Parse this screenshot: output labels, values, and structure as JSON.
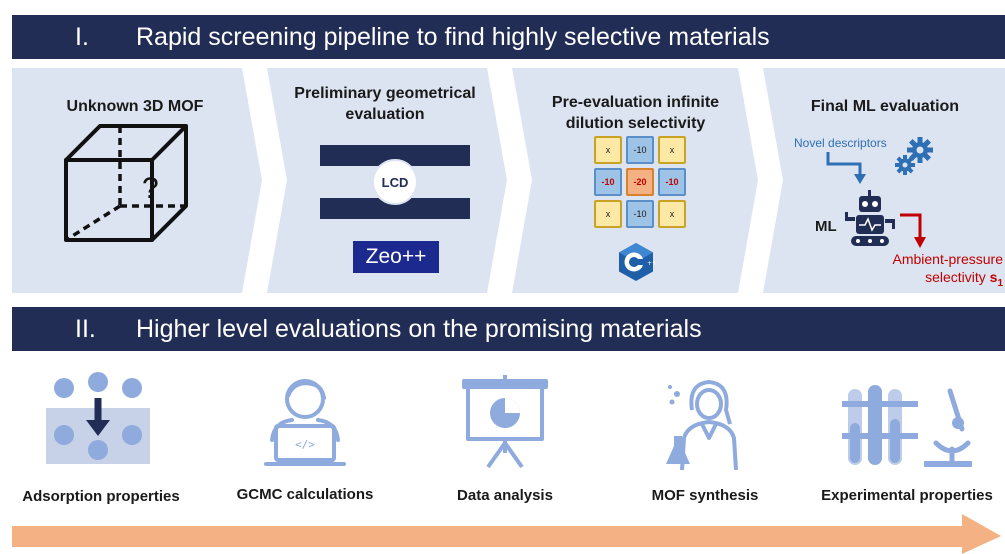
{
  "section1": {
    "number": "I.",
    "title": "Rapid screening pipeline to find highly selective materials"
  },
  "section2": {
    "number": "II.",
    "title": "Higher level evaluations on the promising materials"
  },
  "stages": [
    {
      "title": "Unknown 3D MOF",
      "symbol": "?"
    },
    {
      "title": "Preliminary geometrical evaluation",
      "center_label": "LCD",
      "tool": "Zeo++"
    },
    {
      "title": "Pre-evaluation infinite dilution selectivity",
      "grid": [
        [
          "x",
          "-10",
          "x"
        ],
        [
          "-10",
          "-20",
          "-10"
        ],
        [
          "x",
          "-10",
          "x"
        ]
      ],
      "tool_icon": "cpp-logo-icon"
    },
    {
      "title": "Final ML evaluation",
      "descriptors": "Novel descriptors",
      "ml_label": "ML",
      "output_line1": "Ambient-pressure",
      "output_line2": "selectivity",
      "output_symbol": "s",
      "output_subscript": "1"
    }
  ],
  "steps": [
    {
      "label": "Adsorption properties",
      "icon": "adsorption-icon"
    },
    {
      "label": "GCMC calculations",
      "icon": "programmer-laptop-icon"
    },
    {
      "label": "Data analysis",
      "icon": "presentation-board-icon"
    },
    {
      "label": "MOF synthesis",
      "icon": "chemist-icon"
    },
    {
      "label": "Experimental properties",
      "icon": "test-tubes-microscope-icon"
    }
  ],
  "colors": {
    "banner": "#222d55",
    "stage_bg": "#dce4f1",
    "icon_blue": "#8faadc",
    "arrow": "#f4b183",
    "accent_red": "#c00000"
  }
}
